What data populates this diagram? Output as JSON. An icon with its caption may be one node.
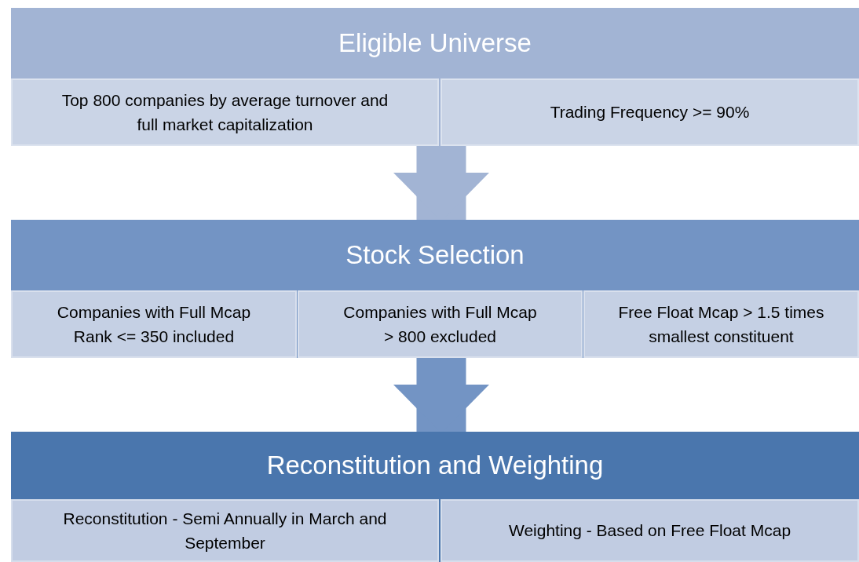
{
  "diagram": {
    "nodes": [
      {
        "text": [
          "Eligible Universe"
        ]
      },
      {
        "text": [
          "Top 800 companies by average turnover and full market capitalization"
        ],
        "in": 0
      },
      {
        "text": [
          "Trading Frequency >= 90%"
        ],
        "in": 0
      },
      {
        "text": [
          "Stock Selection"
        ]
      },
      {
        "text": [
          "Companies with Full Mcap Rank <= 350 included"
        ],
        "in": 3
      },
      {
        "text": [
          "Companies with Full Mcap > 800 excluded"
        ],
        "in": 3
      },
      {
        "text": [
          "Free Float Mcap > 1.5 times smallest constituent"
        ],
        "in": 3
      },
      {
        "text": [
          "Reconstitution and Weighting"
        ]
      },
      {
        "text": [
          "Reconstitution - Semi Annually in March and September"
        ],
        "in": 7
      },
      {
        "text": [
          "Weighting - Based on Free Float Mcap"
        ],
        "in": 7
      }
    ],
    "edges": [
      {
        "from": 0,
        "to": 3,
        "arrow": "to",
        "color": "#a2b4d4"
      },
      {
        "from": 3,
        "to": 7,
        "arrow": "to",
        "color": "#7394c4"
      }
    ]
  }
}
